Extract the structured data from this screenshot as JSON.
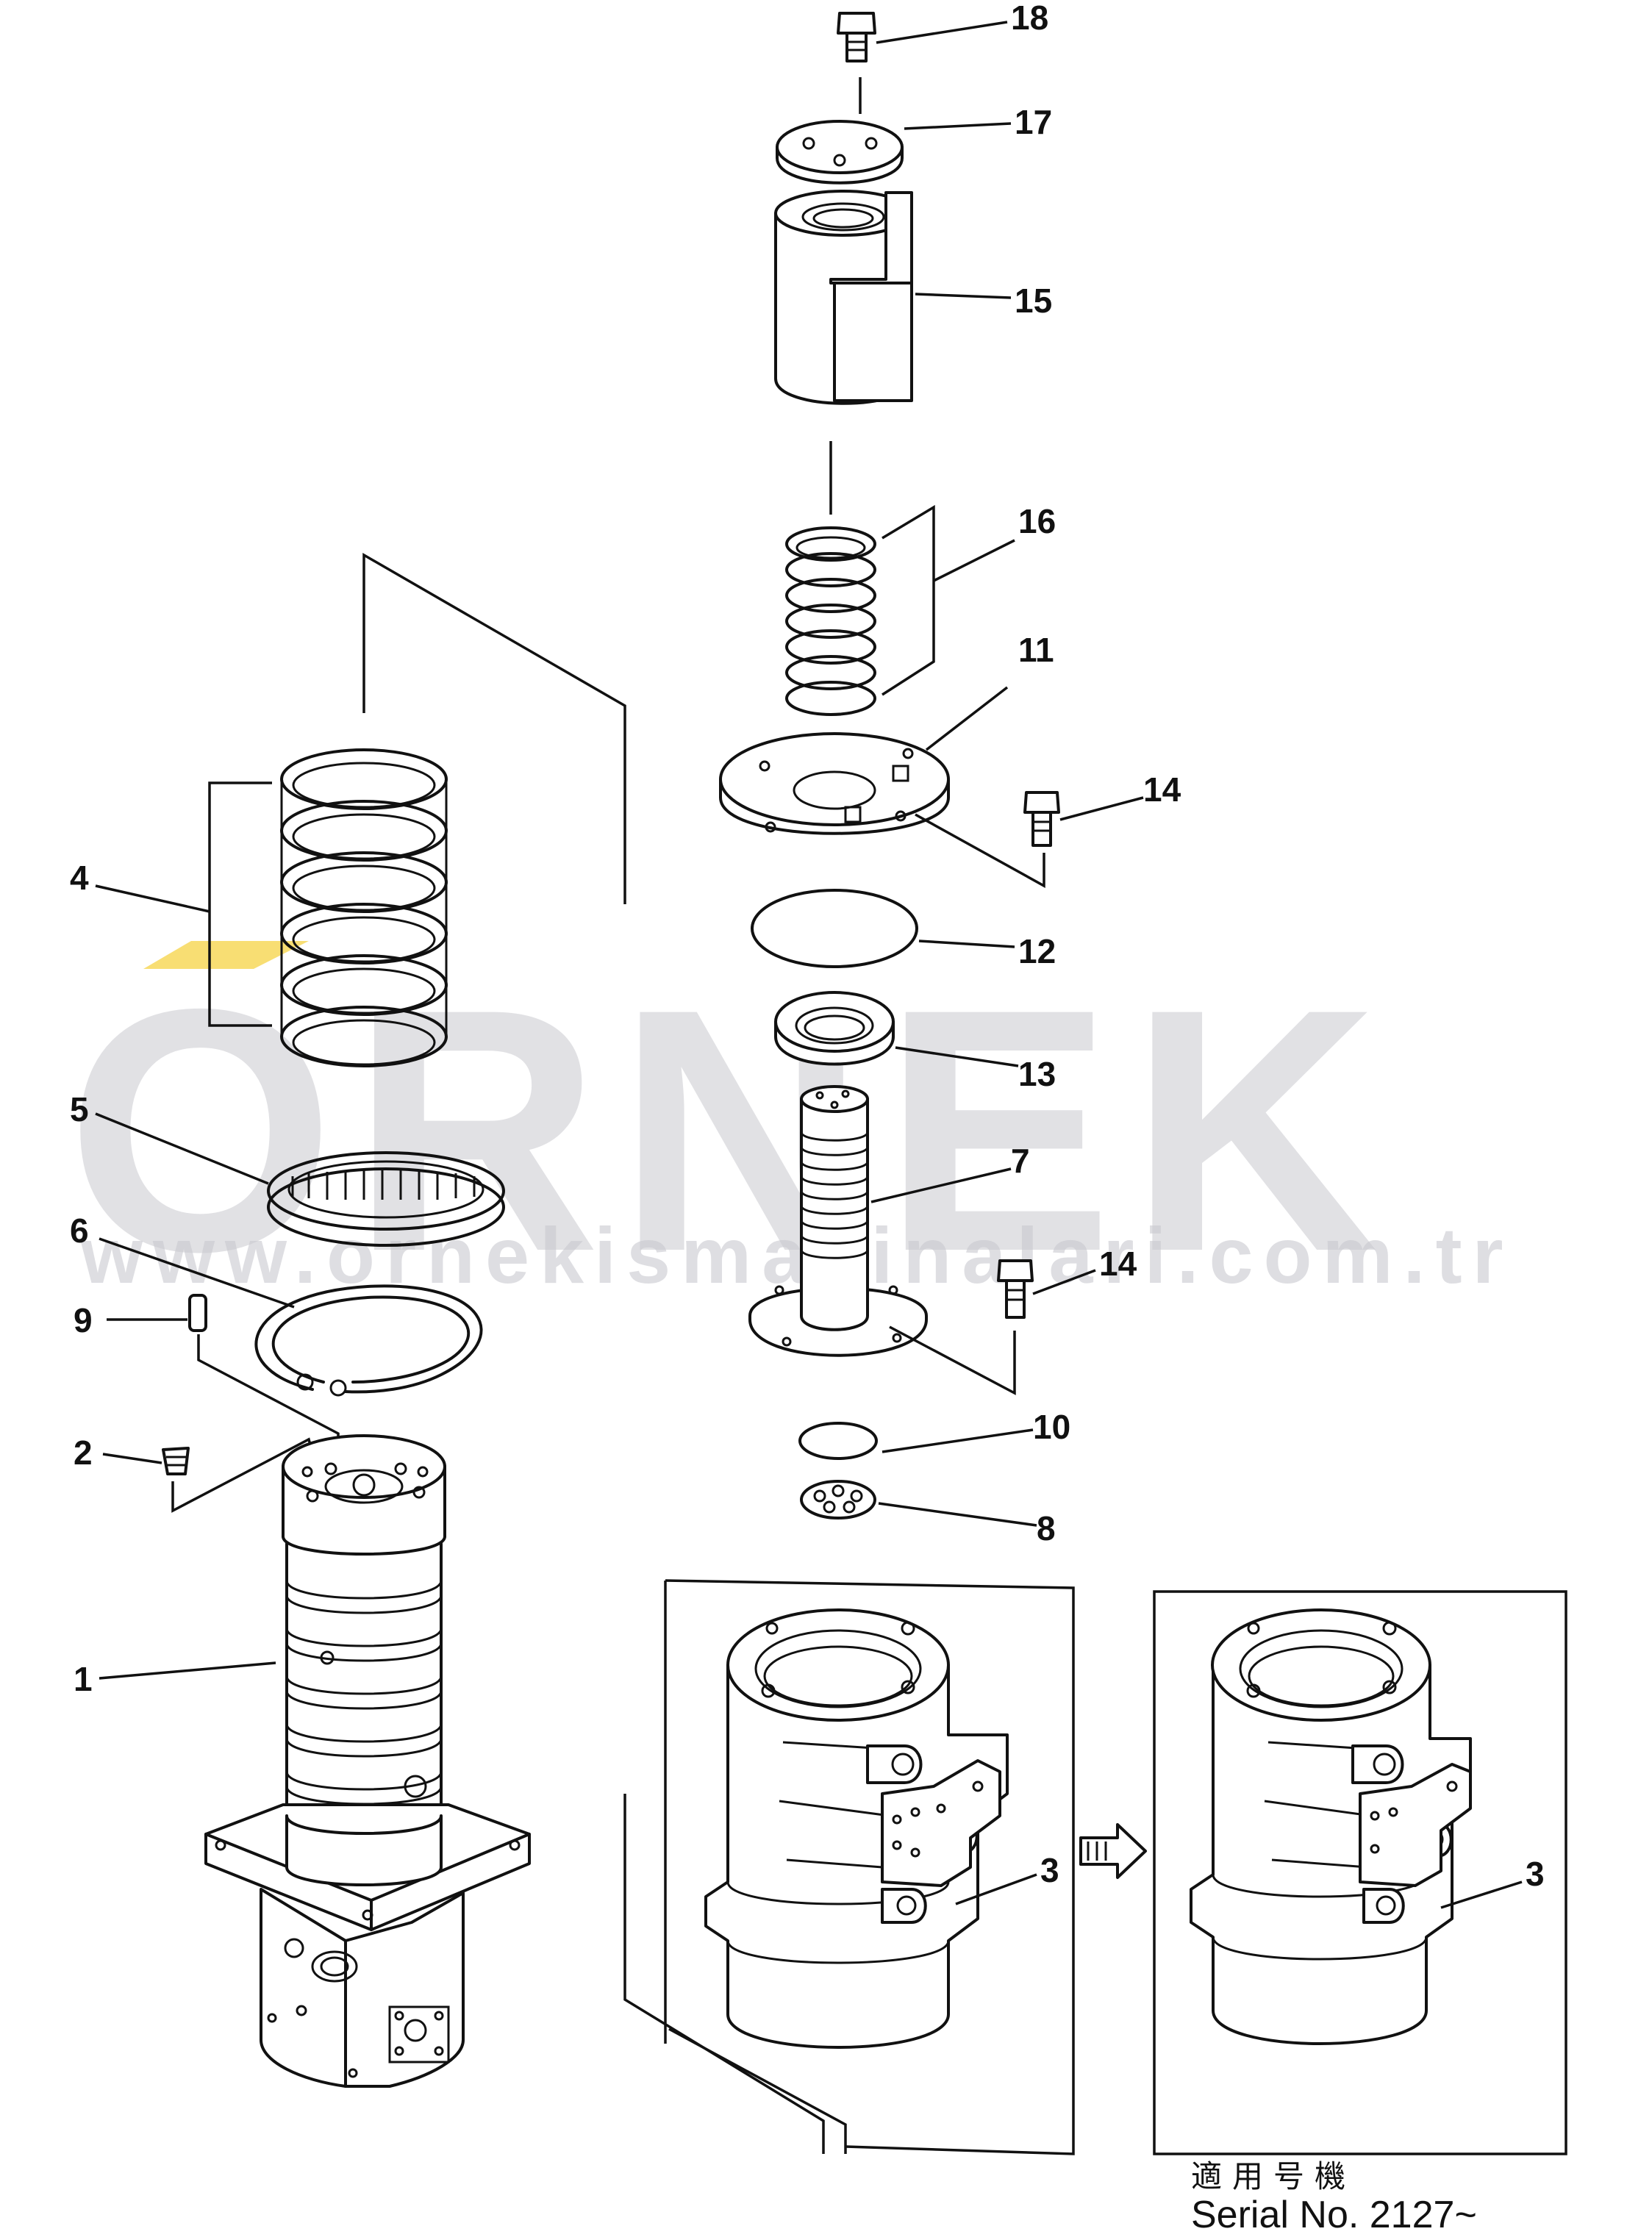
{
  "diagram": {
    "callouts": {
      "c1": "1",
      "c2": "2",
      "c3a": "3",
      "c3b": "3",
      "c4": "4",
      "c5": "5",
      "c6": "6",
      "c7": "7",
      "c8": "8",
      "c9": "9",
      "c10": "10",
      "c11": "11",
      "c12": "12",
      "c13": "13",
      "c14a": "14",
      "c14b": "14",
      "c15": "15",
      "c16": "16",
      "c17": "17",
      "c18": "18"
    },
    "serial_label_jp": "適用号機",
    "serial_label": "Serial No. 2127~"
  },
  "watermark": {
    "brand": "ORNEK",
    "url": "www.ornekismakinalari.com.tr",
    "accent_color": "#f2c200",
    "text_color": "#c9c9cf"
  }
}
